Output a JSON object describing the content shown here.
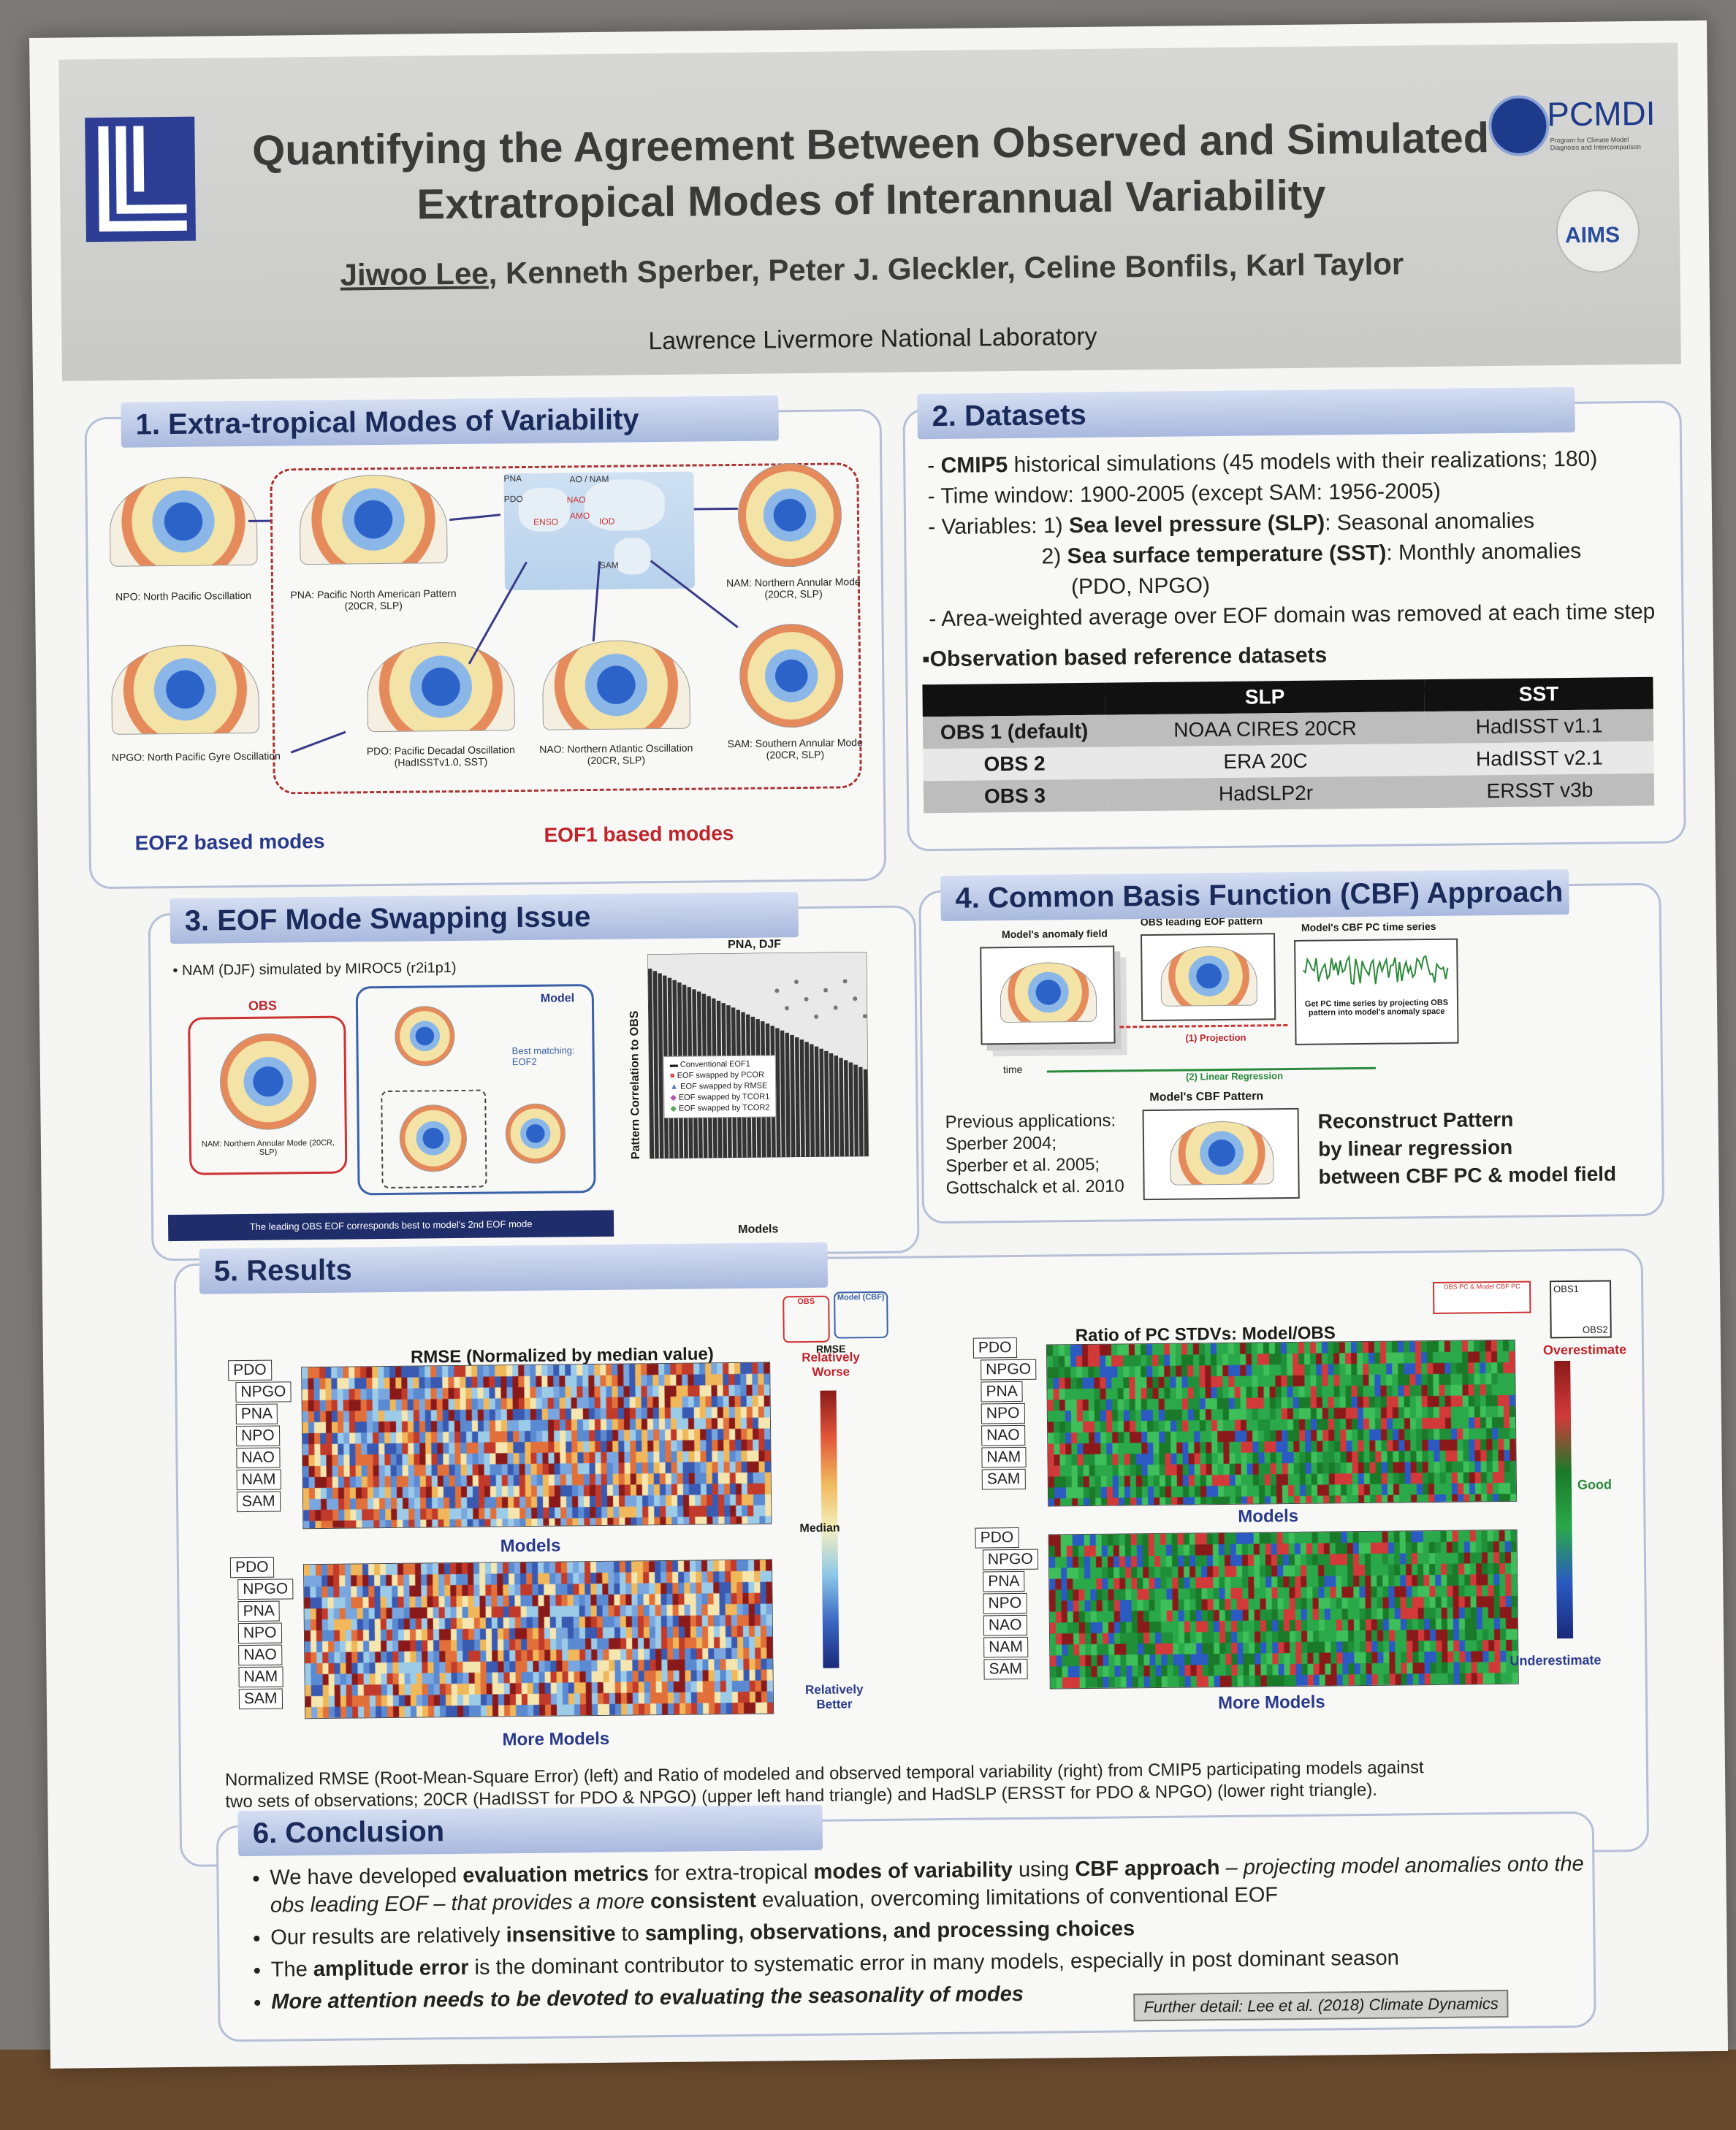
{
  "header": {
    "title_line1": "Quantifying the Agreement Between Observed and Simulated",
    "title_line2": "Extratropical Modes of Interannual Variability",
    "author_first": "Jiwoo Lee",
    "authors_rest": ", Kenneth Sperber, Peter J. Gleckler, Celine Bonfils, Karl Taylor",
    "affiliation": "Lawrence Livermore National Laboratory",
    "pcmdi_logo": "PCMDI",
    "pcmdi_sub": "Program for Climate Model Diagnosis and Intercomparison",
    "aims_logo": "AIMS"
  },
  "sec1": {
    "title": "1. Extra-tropical Modes of Variability",
    "maps": [
      {
        "caption": "NPO: North Pacific Oscillation"
      },
      {
        "caption": "PNA: Pacific North American Pattern (20CR, SLP)"
      },
      {
        "caption": "NAM: Northern Annular Mode (20CR, SLP)"
      },
      {
        "caption": "NPGO: North Pacific Gyre Oscillation"
      },
      {
        "caption": "PDO: Pacific Decadal Oscillation (HadISSTv1.0, SST)"
      },
      {
        "caption": "NAO: Northern Atlantic Oscillation (20CR, SLP)"
      },
      {
        "caption": "SAM: Southern Annular Mode (20CR, SLP)"
      }
    ],
    "world_labels": [
      "PNA",
      "PDO",
      "ENSO",
      "AO / NAM",
      "NAO",
      "AMO",
      "IOD",
      "SAM"
    ],
    "eof2_label": "EOF2 based modes",
    "eof1_label": "EOF1 based modes"
  },
  "sec2": {
    "title": "2. Datasets",
    "l1_b": "CMIP5",
    "l1": " historical simulations (45 models with their realizations; 180)",
    "l2": "- Time window: 1900-2005 (except SAM: 1956-2005)",
    "l3a": "- Variables: 1) ",
    "l3b": "Sea level pressure (SLP)",
    "l3c": ": Seasonal  anomalies",
    "l4a": "2) ",
    "l4b": "Sea surface temperature (SST)",
    "l4c": ": Monthly anomalies",
    "l5": "(PDO, NPGO)",
    "l6": "- Area-weighted average over EOF domain was removed at each time step",
    "obs_head": "Observation based reference datasets",
    "table": {
      "headers": [
        "",
        "SLP",
        "SST"
      ],
      "rows": [
        [
          "OBS 1 (default)",
          "NOAA CIRES 20CR",
          "HadISST v1.1"
        ],
        [
          "OBS 2",
          "ERA 20C",
          "HadISST v2.1"
        ],
        [
          "OBS 3",
          "HadSLP2r",
          "ERSST v3b"
        ]
      ]
    }
  },
  "sec3": {
    "title": "3. EOF Mode Swapping Issue",
    "bullet": "NAM (DJF) simulated by MIROC5 (r2i1p1)",
    "obs_label": "OBS",
    "model_label": "Model",
    "best_match": "Best matching: EOF2",
    "cap_obs": "NAM: Northern Annular Mode (20CR, SLP)",
    "banner": "The leading OBS EOF corresponds best to model's 2nd EOF mode",
    "chart_title": "PNA, DJF",
    "ylabel": "Pattern Correlation to OBS",
    "xlabel": "Models",
    "legend": [
      "Conventional EOF1",
      "EOF swapped by PCOR",
      "EOF swapped by RMSE",
      "EOF swapped by TCOR1",
      "EOF swapped by TCOR2"
    ]
  },
  "sec4": {
    "title": "4. Common Basis Function (CBF) Approach",
    "box1": "Model's anomaly field",
    "box2": "OBS leading EOF pattern",
    "box3": "Model's CBF PC time series",
    "box3_sub": "Get PC time series by projecting OBS pattern into model's anomaly space",
    "step1": "(1) Projection",
    "step2": "(2) Linear Regression",
    "time": "time",
    "box4": "Model's CBF Pattern",
    "prev_title": "Previous applications:",
    "prev1": "Sperber 2004;",
    "prev2": "Sperber et al. 2005;",
    "prev3": "Gottschalck et al. 2010",
    "recon1": "Reconstruct Pattern",
    "recon2": "by linear regression",
    "recon3": "between CBF PC & model field"
  },
  "sec5": {
    "title": "5. Results",
    "rmse_title": "RMSE (Normalized by median value)",
    "ratio_title": "Ratio of PC STDVs: Model/OBS",
    "modes": [
      "PDO",
      "NPGO",
      "PNA",
      "NPO",
      "NAO",
      "NAM",
      "SAM"
    ],
    "models": "Models",
    "more_models": "More Models",
    "rel_worse": "Relatively Worse",
    "median": "Median",
    "rel_better": "Relatively Better",
    "overestimate": "Overestimate",
    "good": "Good",
    "underestimate": "Underestimate",
    "obs_chip": "OBS",
    "model_chip": "Model (CBF)",
    "rmse_chip": "RMSE",
    "stdv_chip": "OBS PC & Model CBF PC",
    "obs1": "OBS1",
    "obs2": "OBS2",
    "caption_l1": "Normalized RMSE (Root-Mean-Square Error) (left) and Ratio of modeled and observed temporal variability (right) from CMIP5 participating models against",
    "caption_l2": "two sets of observations;  20CR (HadISST for PDO & NPGO) (upper left hand triangle) and HadSLP (ERSST for PDO & NPGO) (lower right triangle)."
  },
  "sec6": {
    "title": "6. Conclusion",
    "b1a": "We have developed ",
    "b1b": "evaluation metrics",
    "b1c": " for extra-tropical ",
    "b1d": "modes of variability",
    "b1e": " using ",
    "b1f": "CBF approach",
    "b1g": " – projecting model anomalies onto the obs leading EOF – that provides a more ",
    "b1h": "consistent",
    "b1i": " evaluation, overcoming limitations of conventional EOF",
    "b2a": "Our results are relatively ",
    "b2b": "insensitive",
    "b2c": " to ",
    "b2d": "sampling, observations, and processing choices",
    "b3a": "The ",
    "b3b": "amplitude error",
    "b3c": " is the dominant contributor to systematic error in many models, especially in post dominant season",
    "b4": "More attention needs to be devoted to evaluating the seasonality of modes",
    "further": "Further detail: Lee et al. (2018) Climate Dynamics"
  }
}
